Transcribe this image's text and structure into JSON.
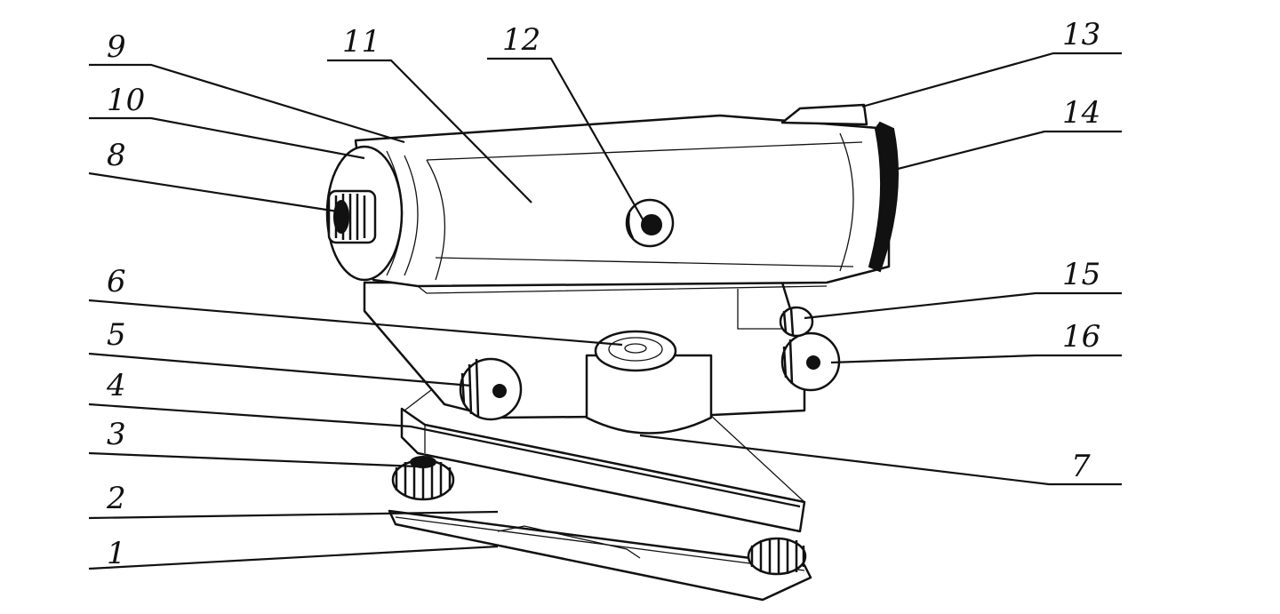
{
  "figure": {
    "labels": [
      {
        "id": "1",
        "text": "1"
      },
      {
        "id": "2",
        "text": "2"
      },
      {
        "id": "3",
        "text": "3"
      },
      {
        "id": "4",
        "text": "4"
      },
      {
        "id": "5",
        "text": "5"
      },
      {
        "id": "6",
        "text": "6"
      },
      {
        "id": "7",
        "text": "7"
      },
      {
        "id": "8",
        "text": "8"
      },
      {
        "id": "9",
        "text": "9"
      },
      {
        "id": "10",
        "text": "10"
      },
      {
        "id": "11",
        "text": "11"
      },
      {
        "id": "12",
        "text": "12"
      },
      {
        "id": "13",
        "text": "13"
      },
      {
        "id": "14",
        "text": "14"
      },
      {
        "id": "15",
        "text": "15"
      },
      {
        "id": "16",
        "text": "16"
      }
    ]
  }
}
